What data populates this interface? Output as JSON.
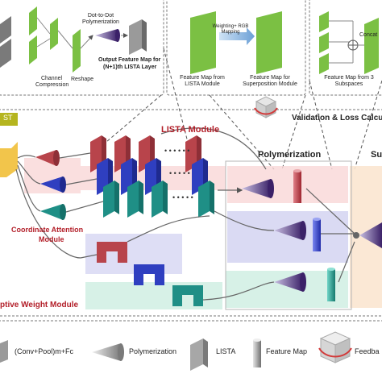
{
  "insets": {
    "polymerization": {
      "dot_to_dot_label": "Dot-to-Dot Polymerization",
      "channel_compression": "Channel Compression",
      "reshape": "Reshape",
      "output_label_line1": "Output Feature Map for",
      "output_label_line2": "(N+1)th LISTA Layer"
    },
    "superposition": {
      "weighting_label": "Weighting+ RGB Mapping",
      "from_lista": "Feature Map from LISTA Module",
      "for_superposition": "Feature Map for Superposition Module"
    },
    "concat": {
      "concat_label": "Concat",
      "from_subspaces": "Feature Map from 3 Subspaces"
    }
  },
  "main": {
    "validation_label": "Validation & Loss Calcu",
    "lista_module": "LISTA Module",
    "polymerization": "Polymerization",
    "su_cut": "Su",
    "st_label": "ST",
    "coordinate_attention_line1": "Coordinate Attention",
    "coordinate_attention_line2": "Module",
    "adaptive_weight_module": "ptive Weight Module"
  },
  "legend": {
    "conv_pool_fc": "(Conv+Pool)m+Fc",
    "polymerization": "Polymerization",
    "lista": "LISTA",
    "feature_map": "Feature Map",
    "feedback": "Feedba"
  },
  "colors": {
    "green": "#7bc043",
    "blue_block": "#2f3fc0",
    "teal_block": "#1f8f86",
    "red_block": "#b8444b",
    "purple": "#4b2f7a",
    "title_red": "#b3202a"
  }
}
